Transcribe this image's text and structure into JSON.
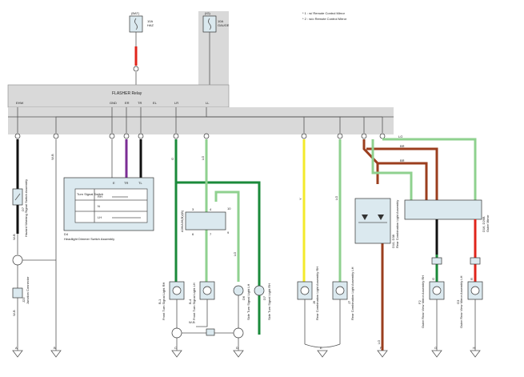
{
  "fuses": {
    "left": {
      "box": "(BAT)",
      "rating": "10A",
      "name": "HAZ"
    },
    "right": {
      "box": "(IG)",
      "rating": "10A",
      "name": "GAUGE"
    }
  },
  "notes": [
    "* 1 : w/ Remote Control Mirror",
    "* 2 : w/o Remote Control Mirror"
  ],
  "relay": {
    "title": "FLASHER Relay",
    "terminals": [
      "EHW",
      "GND",
      "ER",
      "TR",
      "EL",
      "LR",
      "LL"
    ]
  },
  "switch": {
    "name": "Headlight Dimmer Switch Assembly",
    "code": "D4",
    "header": [
      "E",
      "TR",
      "TL"
    ],
    "rows": [
      "Turn Signal Switch",
      "RH",
      "N",
      "LH"
    ]
  },
  "junction": {
    "code": "A36/A36(B)/(B)",
    "pins": [
      "3",
      "4",
      "6",
      "7",
      "9",
      "10"
    ]
  },
  "hazard": {
    "name": "Hazard Warning Signal Switch Assembly",
    "code": "D7"
  },
  "connector_j": {
    "code": "J23",
    "name": "Junction Connector"
  },
  "wire_colors": [
    "W-B",
    "W-B",
    "W-B",
    "G",
    "LG",
    "LG",
    "Y",
    "LG",
    "LG",
    "BR",
    "BR",
    "LG",
    "W-B",
    "G",
    "R"
  ],
  "rear_lamp": {
    "code": "D10, D38",
    "name": "Rear Combination Light Assembly"
  },
  "mirror": {
    "code": "D16, D26B",
    "name": "Outer Mirror"
  },
  "lamps": [
    {
      "code": "B-1",
      "name": "Front Turn Signal Light RH"
    },
    {
      "code": "B-4",
      "name": "Front Turn Signal Light LH"
    },
    {
      "code": "D6",
      "name": "Side Turn Signal Light LH"
    },
    {
      "code": "D7",
      "name": "Side Turn Signal Light RH"
    },
    {
      "code": "J6",
      "name": "Rear Combination Light Assembly RH"
    },
    {
      "code": "J7",
      "name": "Rear Combination Light Assembly LH"
    },
    {
      "code": "F2",
      "name": "Outer Rear View Mirror Assembly RH"
    },
    {
      "code": "G3",
      "name": "Outer Rear View Mirror Assembly LH"
    }
  ],
  "grounds": [
    "A",
    "B",
    "C",
    "D",
    "E",
    "F",
    "G",
    "H"
  ]
}
